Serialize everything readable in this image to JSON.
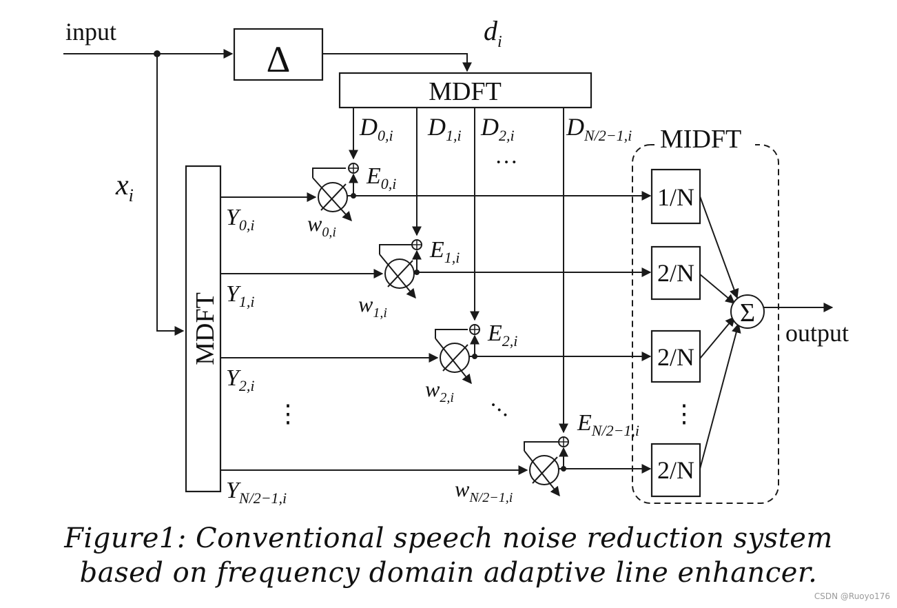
{
  "labels": {
    "input": "input",
    "output": "output",
    "delta": "Δ",
    "d": "d",
    "d_sub": "i",
    "x": "x",
    "x_sub": "i",
    "mdft_top": "MDFT",
    "mdft_left": "MDFT",
    "midft": "MIDFT",
    "sigma": "Σ"
  },
  "channels": [
    {
      "D": "D",
      "D_sub": "0,i",
      "E": "E",
      "E_sub": "0,i",
      "Y": "Y",
      "Y_sub": "0,i",
      "w": "w",
      "w_sub": "0,i",
      "gain": "1/N"
    },
    {
      "D": "D",
      "D_sub": "1,i",
      "E": "E",
      "E_sub": "1,i",
      "Y": "Y",
      "Y_sub": "1,i",
      "w": "w",
      "w_sub": "1,i",
      "gain": "2/N"
    },
    {
      "D": "D",
      "D_sub": "2,i",
      "E": "E",
      "E_sub": "2,i",
      "Y": "Y",
      "Y_sub": "2,i",
      "w": "w",
      "w_sub": "2,i",
      "gain": "2/N"
    },
    {
      "D": "D",
      "D_sub": "N/2−1,i",
      "E": "E",
      "E_sub": "N/2−1,i",
      "Y": "Y",
      "Y_sub": "N/2−1,i",
      "w": "w",
      "w_sub": "N/2−1,i",
      "gain": "2/N"
    }
  ],
  "ellipsis_v": "⋮",
  "ellipsis_h": "···",
  "caption": {
    "line1": "Figure1: Conventional speech noise reduction system",
    "line2": "based on frequency domain adaptive line enhancer."
  },
  "watermark": "CSDN @Ruoyo176"
}
